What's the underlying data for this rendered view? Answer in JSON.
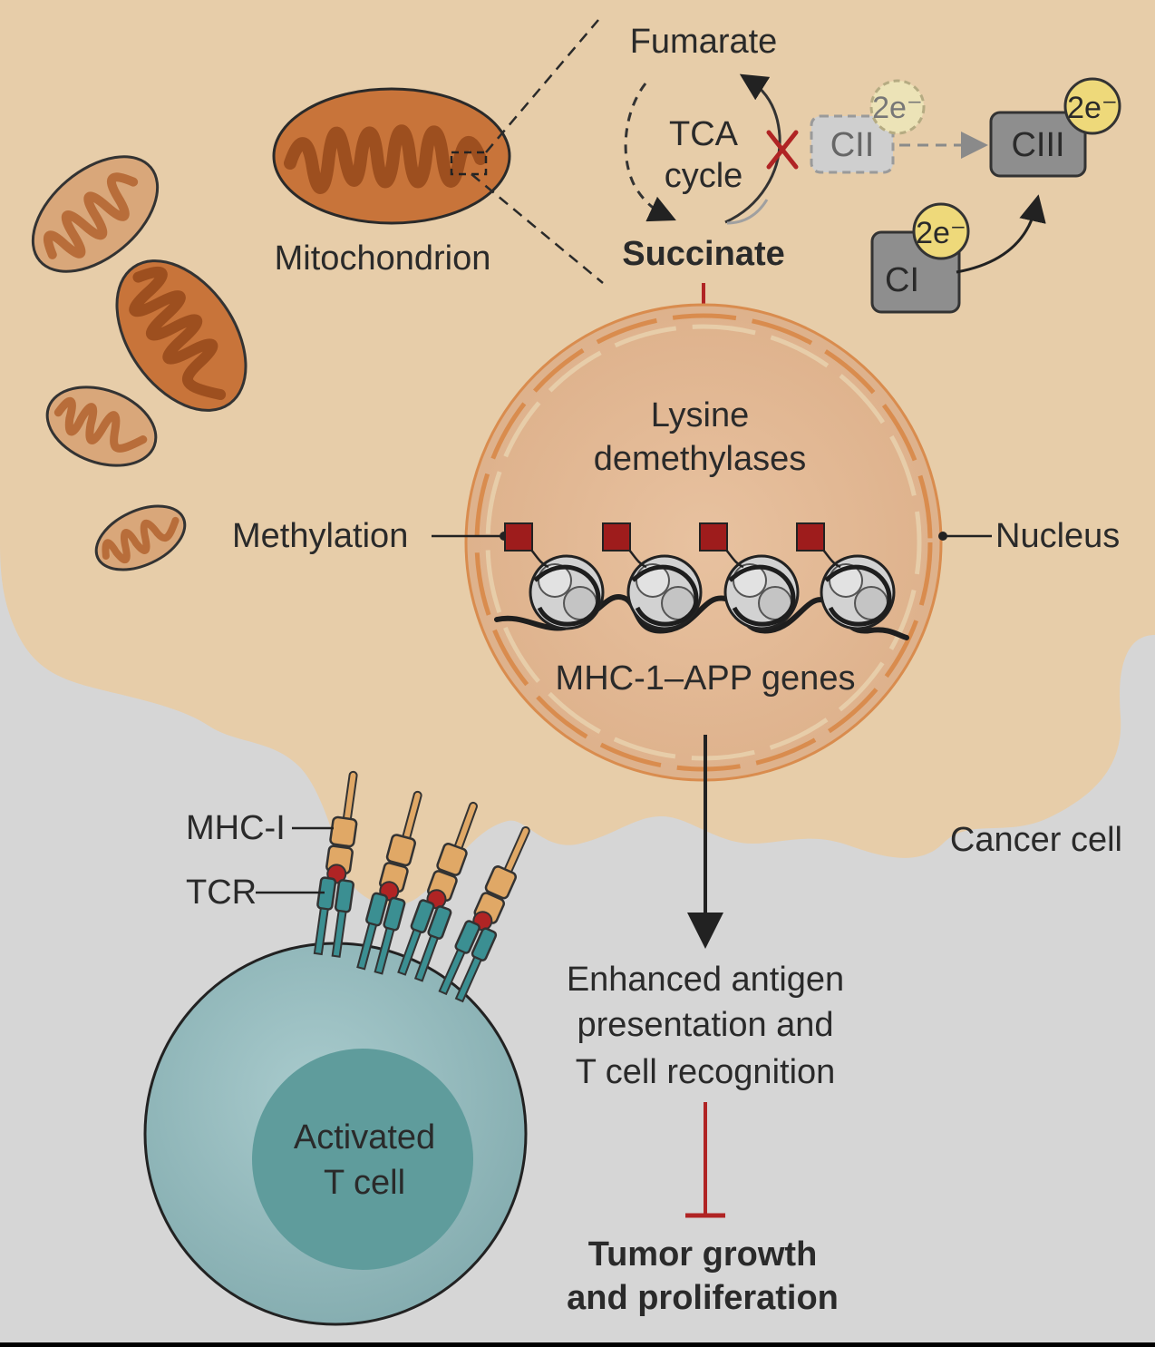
{
  "labels": {
    "fumarate": "Fumarate",
    "tca_line1": "TCA",
    "tca_line2": "cycle",
    "succinate": "Succinate",
    "mitochondrion": "Mitochondrion",
    "cii": "CII",
    "ciii": "CIII",
    "ci": "CI",
    "electrons": "2e⁻",
    "lysine_line1": "Lysine",
    "lysine_line2": "demethylases",
    "methylation": "Methylation",
    "nucleus": "Nucleus",
    "genes": "MHC-1–APP genes",
    "cancer_cell": "Cancer cell",
    "mhc": "MHC-I",
    "tcr": "TCR",
    "outcome_line1": "Enhanced antigen",
    "outcome_line2": "presentation and",
    "outcome_line3": "T cell recognition",
    "tumor_line1": "Tumor growth",
    "tumor_line2": "and proliferation",
    "tcell_line1": "Activated",
    "tcell_line2": "T cell"
  },
  "colors": {
    "background": "#d6d6d6",
    "cytoplasm": "#e7cda9",
    "nucleus_fill": "#e1b995",
    "nucleus_ring": "#d98c4e",
    "mito_fill": "#c8743a",
    "mito_dark": "#9d4f1f",
    "mito_pale_fill": "#d9a77a",
    "complex_grey": "#8e8e8e",
    "electron_yellow": "#eed97a",
    "inhibit_red": "#b02424",
    "methyl_red": "#9e1c1c",
    "tcell": "#8fb7bb",
    "tcell_nucleus": "#5f9c9c",
    "mhc_tan": "#e0a866",
    "tcr_teal": "#3b8f92"
  }
}
